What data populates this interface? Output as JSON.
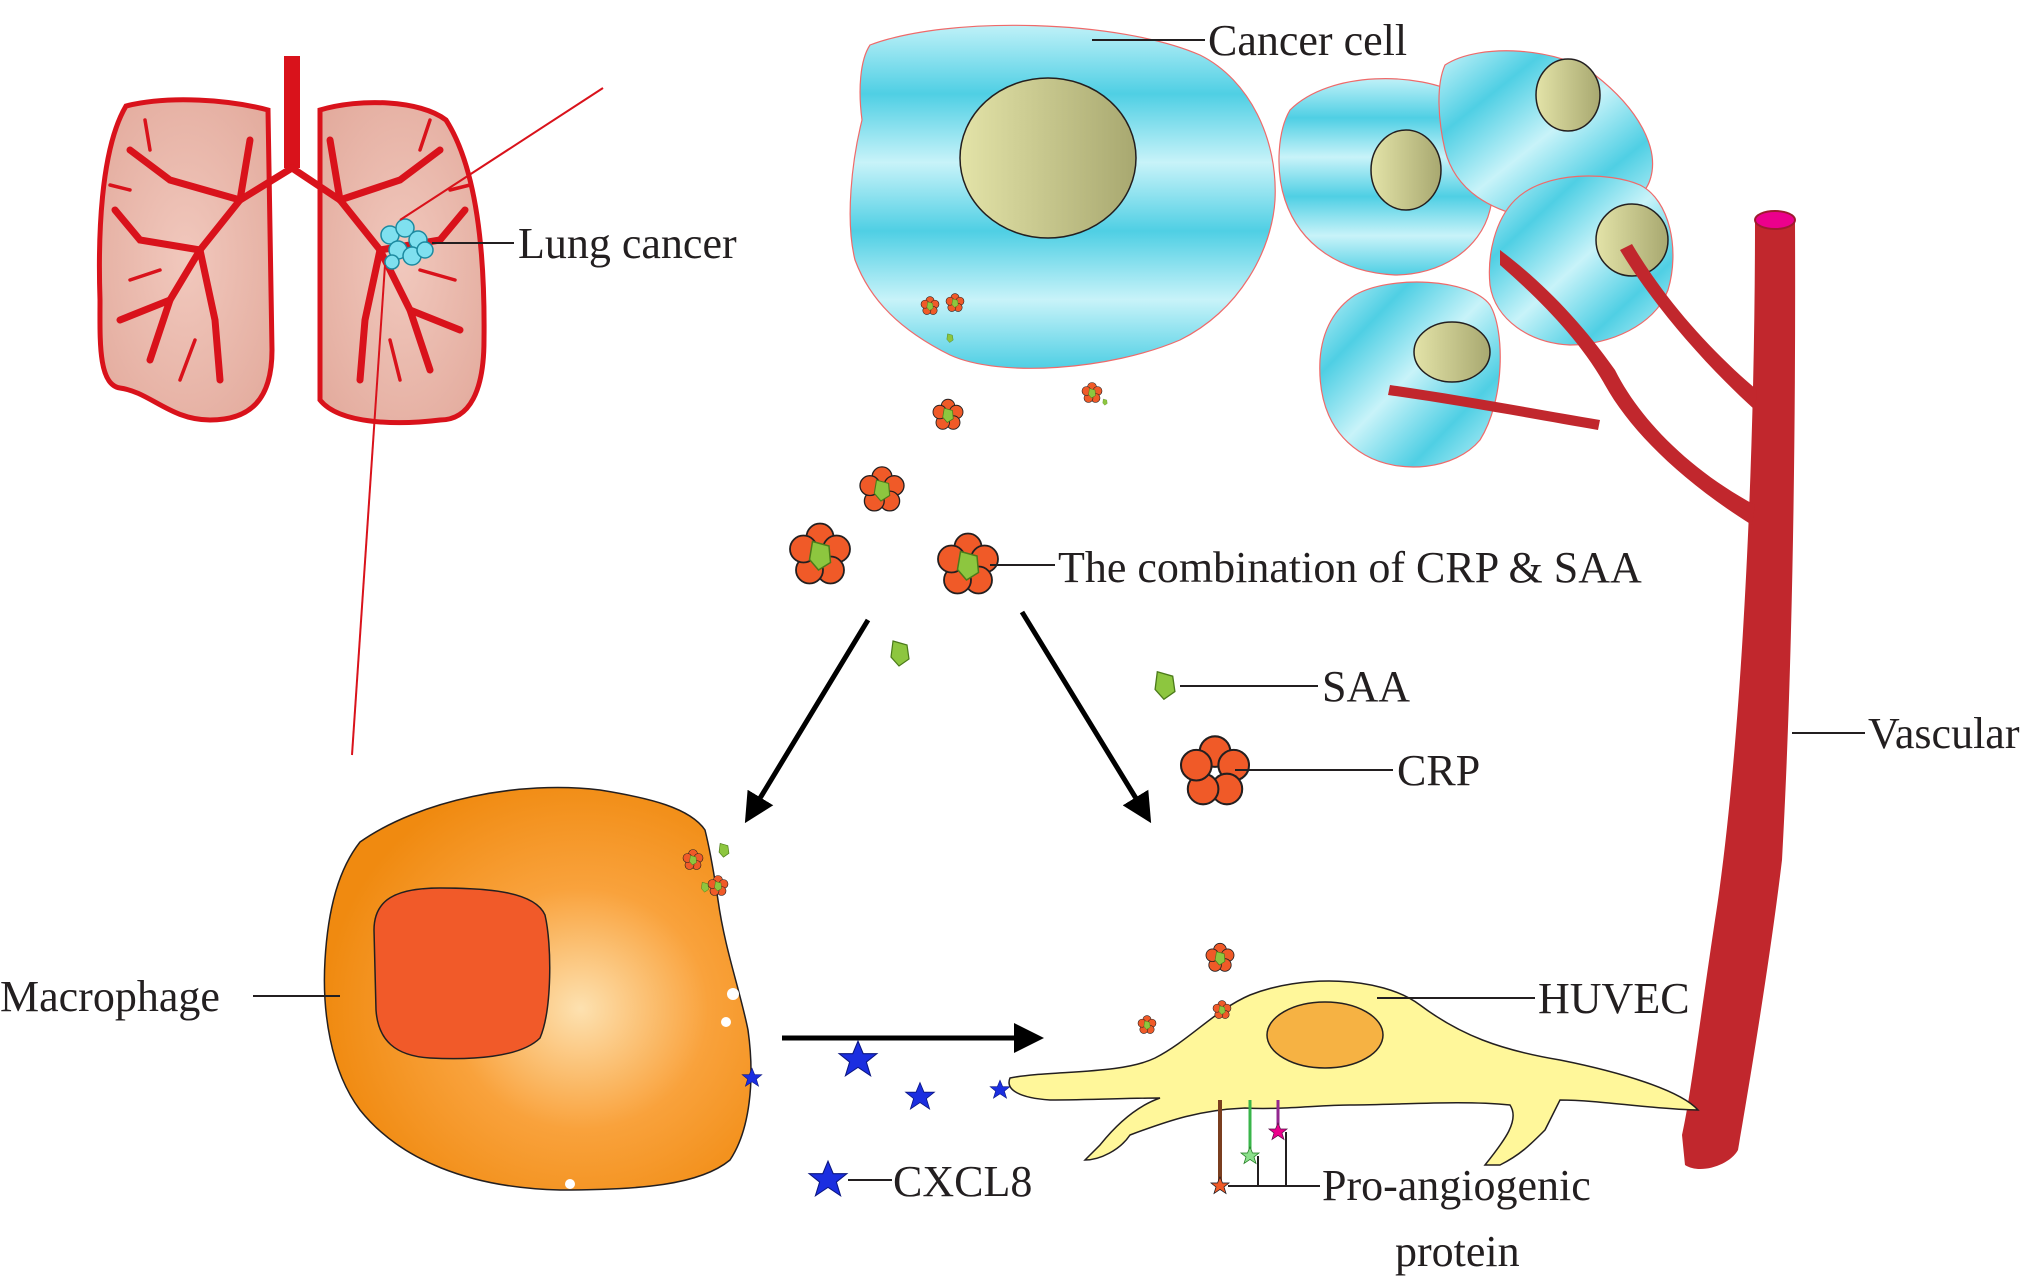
{
  "labels": {
    "lung_cancer": "Lung cancer",
    "cancer_cell": "Cancer cell",
    "combination": "The combination of  CRP & SAA",
    "saa": "SAA",
    "crp": "CRP",
    "vascular": "Vascular",
    "macrophage": "Macrophage",
    "huvec": "HUVEC",
    "cxcl8": "CXCL8",
    "pro_angiogenic_line1": "Pro-angiogenic",
    "pro_angiogenic_line2": "protein"
  },
  "colors": {
    "vessel_red": "#c1272d",
    "lung_fill": "#e8b4a8",
    "cancer_cyan": "#5fd3e6",
    "nucleus_olive": "#c2c48a",
    "crp_orange": "#f05a28",
    "saa_green": "#8dc63f",
    "macrophage_orange": "#f7941d",
    "huvec_yellow": "#fff79a",
    "cxcl8_blue": "#1b2ee0"
  },
  "icons": [
    "lung-icon",
    "cancer-cell-icon",
    "crp-icon",
    "saa-icon",
    "macrophage-icon",
    "huvec-icon",
    "cxcl8-star-icon",
    "blood-vessel-icon"
  ]
}
